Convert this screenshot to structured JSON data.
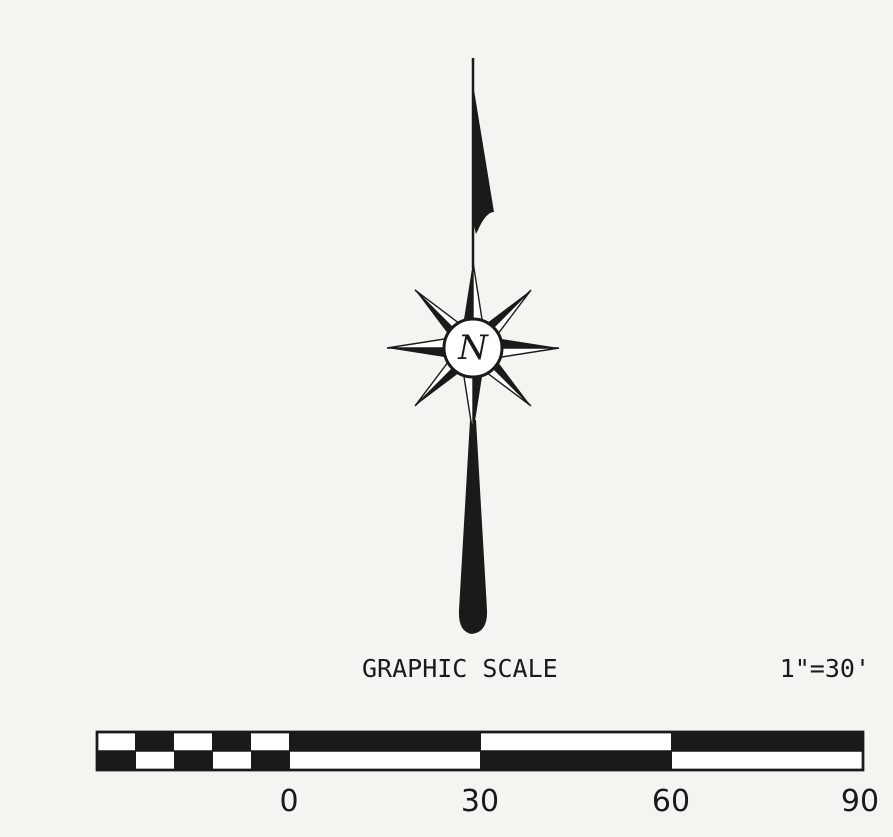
{
  "north_arrow": {
    "letter": "N"
  },
  "graphic_scale": {
    "title": "GRAPHIC SCALE",
    "ratio": "1\"=30'",
    "labels": [
      "0",
      "30",
      "60",
      "90"
    ]
  },
  "colors": {
    "ink": "#1a1a1a",
    "paper": "#f4f4f1"
  }
}
